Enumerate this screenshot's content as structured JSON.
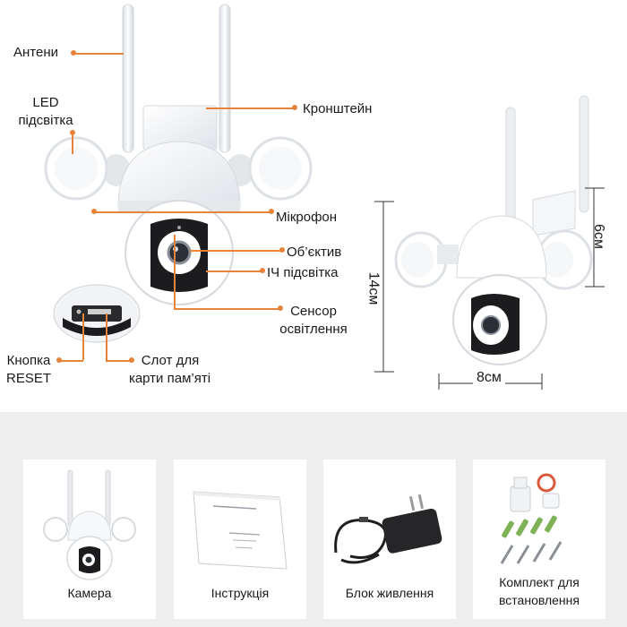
{
  "callouts": {
    "antennas": "Антени",
    "led_line1": "LED",
    "led_line2": "підсвітка",
    "bracket": "Кронштейн",
    "microphone": "Мікрофон",
    "lens": "Об’єктив",
    "ir_light": "ІЧ підсвітка",
    "sensor_line1": "Сенсор",
    "sensor_line2": "освітлення",
    "reset_line1": "Кнопка",
    "reset_line2": "RESET",
    "slot_line1": "Слот для",
    "slot_line2": "карти пам’яті"
  },
  "dimensions": {
    "height": "14см",
    "depth": "6см",
    "width": "8см"
  },
  "package": [
    {
      "label": "Камера"
    },
    {
      "label": "Інструкція"
    },
    {
      "label": "Блок живлення"
    },
    {
      "label_line1": "Комплект для",
      "label_line2": "встановлення"
    }
  ],
  "colors": {
    "accent": "#e8833a",
    "panel": "#eeeeee"
  }
}
